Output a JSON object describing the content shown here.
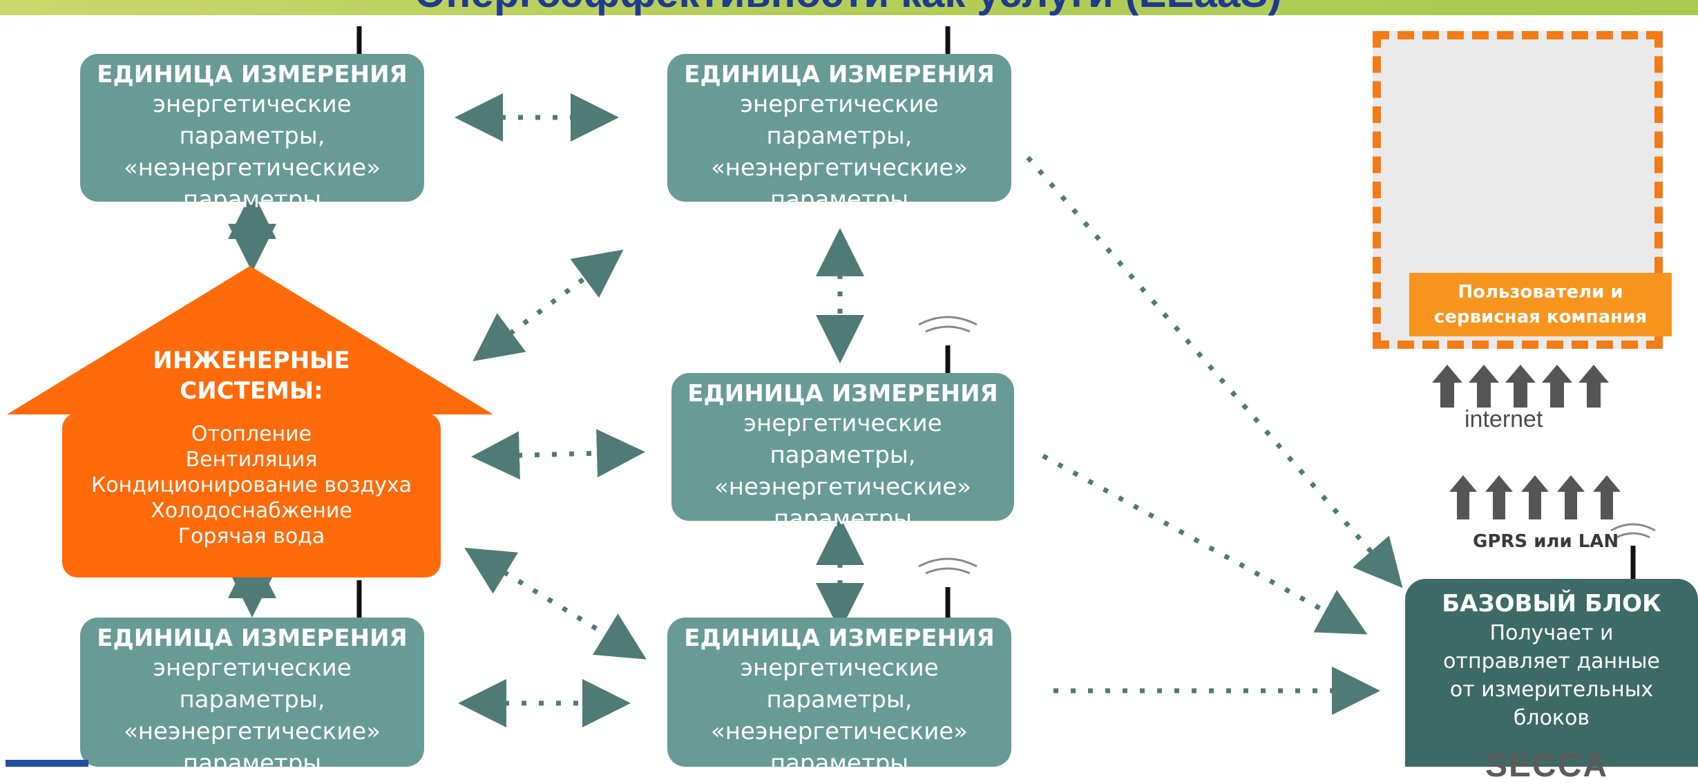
{
  "title": "Энергоэффективности как услуги (EEaaS)",
  "measurement_unit": {
    "heading": "ЕДИНИЦА ИЗМЕРЕНИЯ",
    "line1": "энергетические",
    "line2": "параметры,",
    "line3": "«неэнергетические»",
    "line4": "параметры"
  },
  "engineering_systems": {
    "title_line1": "ИНЖЕНЕРНЫЕ",
    "title_line2": "СИСТЕМЫ:",
    "items": [
      "Отопление",
      "Вентиляция",
      "Кондиционирование воздуха",
      "Холодоснабжение",
      "Горячая вода"
    ]
  },
  "users": {
    "label_line1": "Пользователи и",
    "label_line2": "сервисная компания"
  },
  "internet_label": "internet",
  "gprs_label": "GPRS или LAN",
  "base_block": {
    "title": "БАЗОВЫЙ БЛОК",
    "lines": [
      "Получает и",
      "отправляет данные",
      "от измерительных",
      "блоков"
    ]
  },
  "logo_text": "SECCA",
  "colors": {
    "unit": "#689a96",
    "house": "#ff6a0a",
    "users_border": "#f27b15",
    "users_label": "#f7941d",
    "base_block": "#3d6a66",
    "title": "#1f3a8f",
    "arrow": "#4f7a76"
  }
}
